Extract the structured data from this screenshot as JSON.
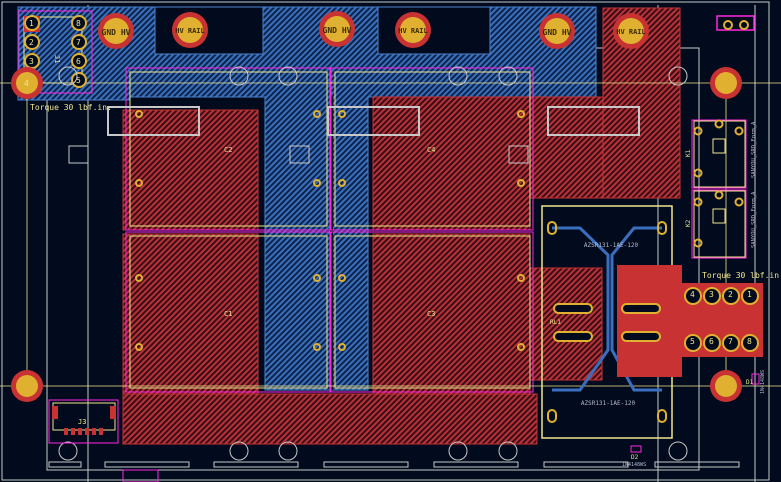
{
  "colors": {
    "background": "#010b1d",
    "copper_back": "#3a6fbf",
    "copper_front": "#c83232",
    "pad": "#e0b030",
    "silkscreen": "#f0e68c",
    "courtyard": "#ff26e2",
    "edge_cuts": "#c8c8c8"
  },
  "power_pads": {
    "gnd_hv": "GND HV",
    "hv_rail": "HV RAIL"
  },
  "connector_j1": {
    "ref": "J1",
    "pins": [
      "1",
      "2",
      "3",
      "4",
      "5",
      "6",
      "7",
      "8"
    ]
  },
  "capacitors": [
    "C1",
    "C2",
    "C3",
    "C4"
  ],
  "relay_rl1": {
    "ref": "RL1",
    "value": "AZSR131-1AE-120"
  },
  "relays_k": [
    {
      "ref": "K1",
      "value": "SANYOU_SRD_Form_A"
    },
    {
      "ref": "K2",
      "value": "SANYOU_SRD_Form_A"
    }
  ],
  "connector_right": {
    "pins_top": [
      "4",
      "3",
      "2",
      "1"
    ],
    "pins_bottom": [
      "5",
      "6",
      "7",
      "8"
    ]
  },
  "diodes": [
    {
      "ref": "D1",
      "value": "1N4148WS"
    },
    {
      "ref": "D2",
      "value": "1N4148WS"
    }
  ],
  "connector_j3": {
    "ref": "J3"
  },
  "torque_notes": [
    "Torque 30 lbf.in.",
    "Torque 30 lbf.in."
  ]
}
